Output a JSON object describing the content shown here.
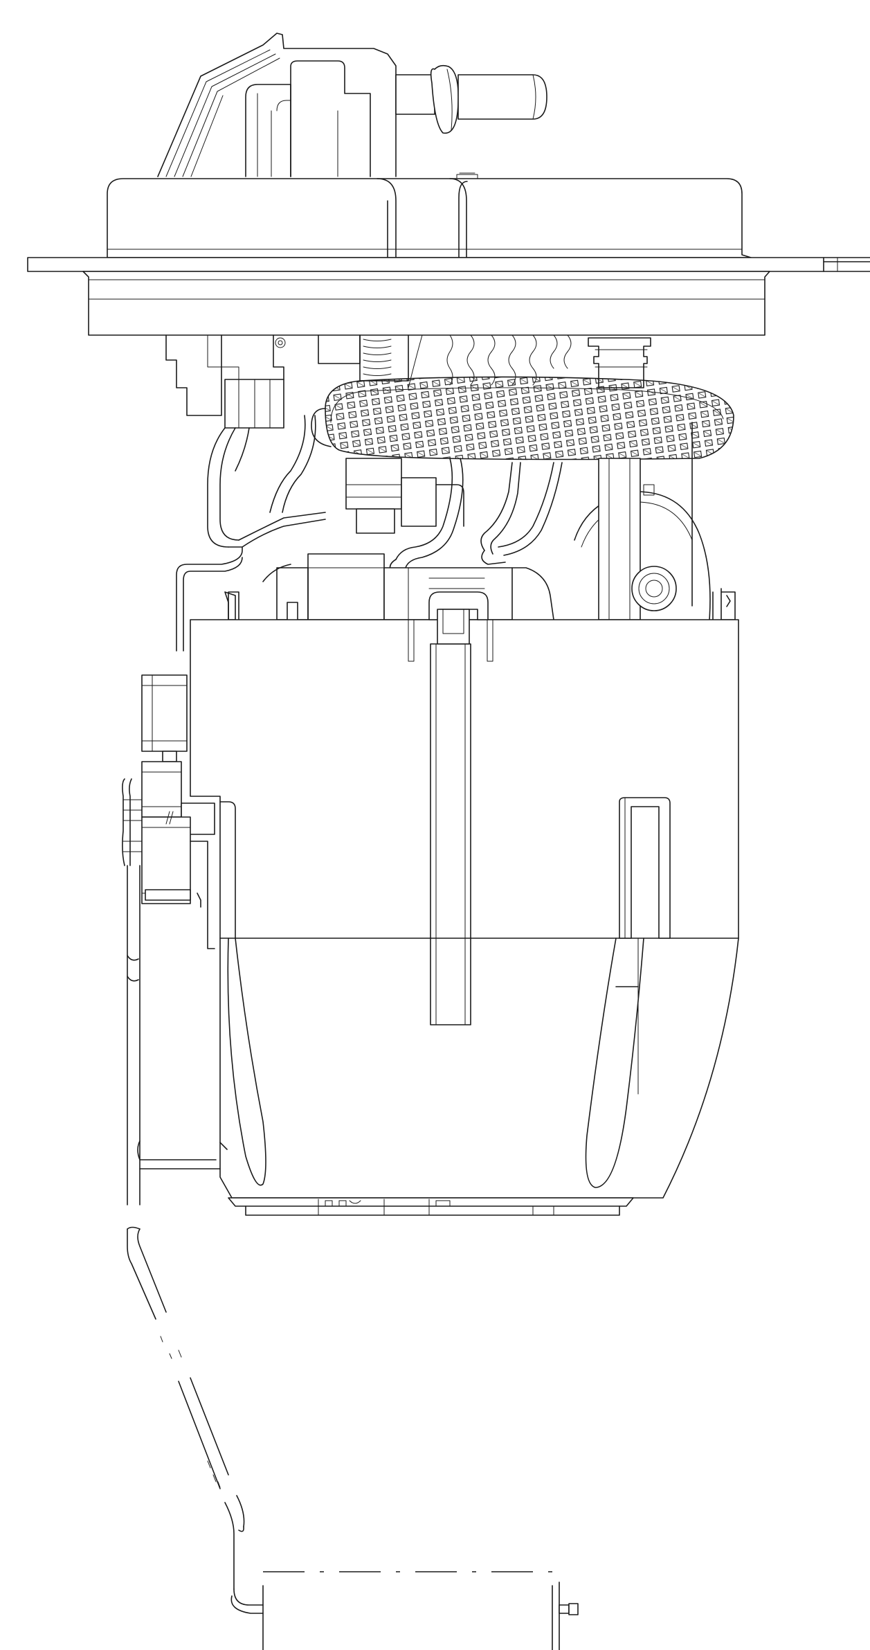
{
  "drawing": {
    "stroke_color": "#1a1a1a",
    "background_color": "#ffffff",
    "parts": [
      "top-connector",
      "outlet-pipe",
      "flange-cover",
      "mounting-plate",
      "braided-hose",
      "wire-harness",
      "pump-housing",
      "reservoir-bucket",
      "side-bracket",
      "float-arm",
      "fuel-filter-pump"
    ]
  }
}
